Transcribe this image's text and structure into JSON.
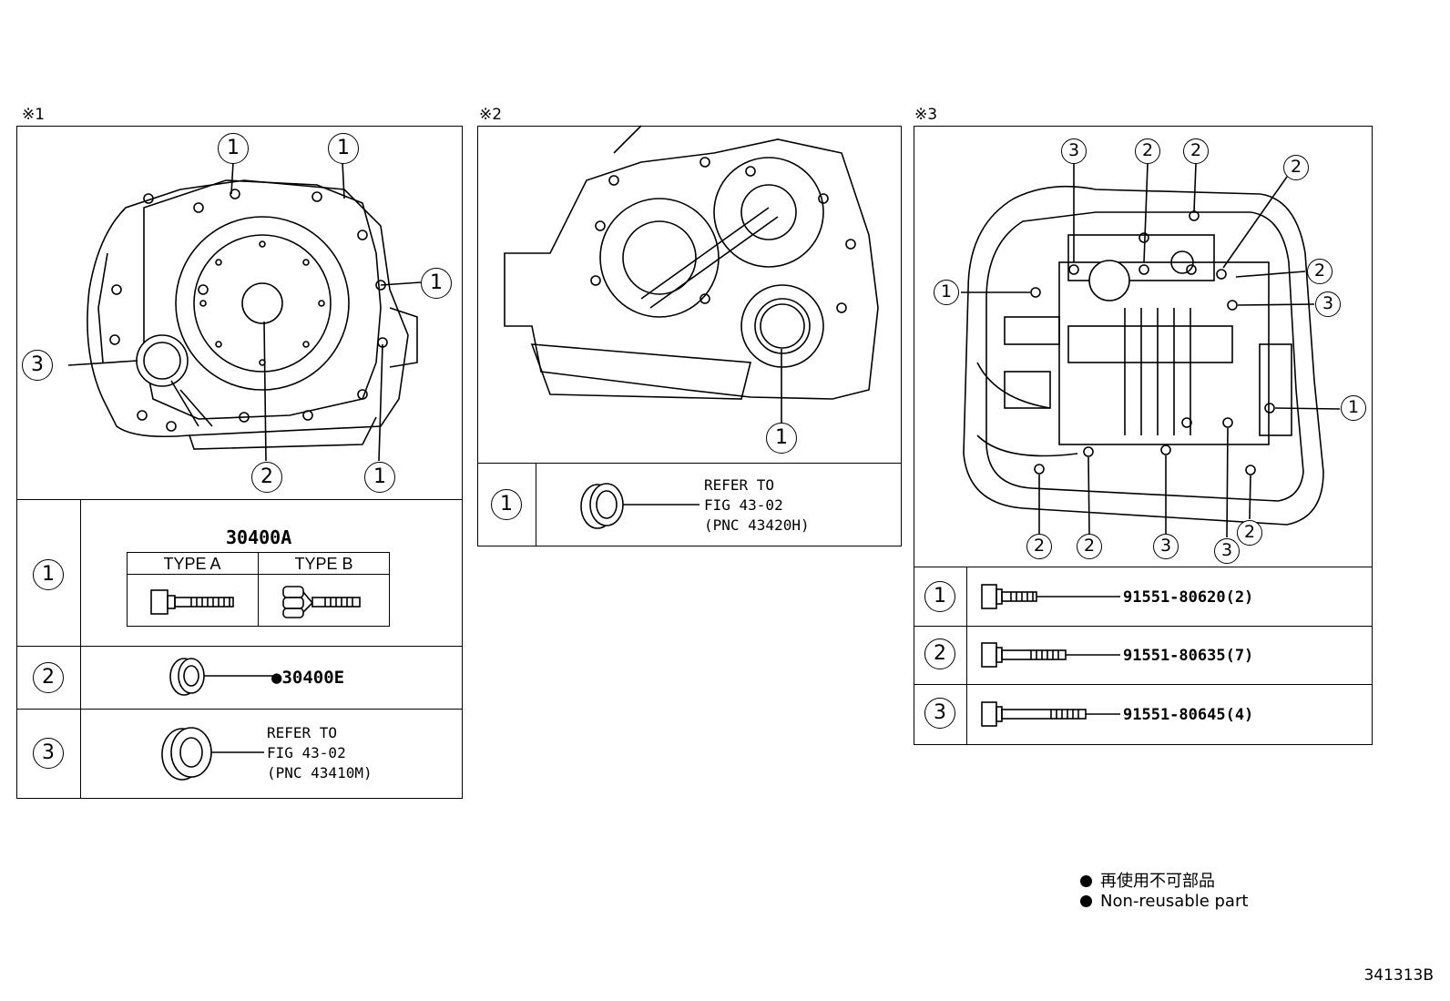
{
  "panels": {
    "p1": {
      "mark": "※1",
      "rows": [
        {
          "num": "1",
          "part": "30400A",
          "types": [
            "TYPE A",
            "TYPE B"
          ]
        },
        {
          "num": "2",
          "part": "●30400E"
        },
        {
          "num": "3",
          "refer": "REFER TO\nFIG 43-02\n(PNC 43410M)"
        }
      ],
      "callouts": [
        "1",
        "1",
        "1",
        "1",
        "2",
        "3"
      ]
    },
    "p2": {
      "mark": "※2",
      "rows": [
        {
          "num": "1",
          "refer": "REFER TO\nFIG 43-02\n(PNC 43420H)"
        }
      ],
      "callouts": [
        "1"
      ]
    },
    "p3": {
      "mark": "※3",
      "rows": [
        {
          "num": "1",
          "part": "91551-80620(2)"
        },
        {
          "num": "2",
          "part": "91551-80635(7)"
        },
        {
          "num": "3",
          "part": "91551-80645(4)"
        }
      ],
      "callouts": [
        "3",
        "2",
        "2",
        "2",
        "1",
        "2",
        "3",
        "1",
        "2",
        "2",
        "3",
        "3",
        "2"
      ]
    }
  },
  "legend": {
    "jp": "再使用不可部品",
    "en": "Non-reusable part"
  },
  "figure_id": "341313B"
}
